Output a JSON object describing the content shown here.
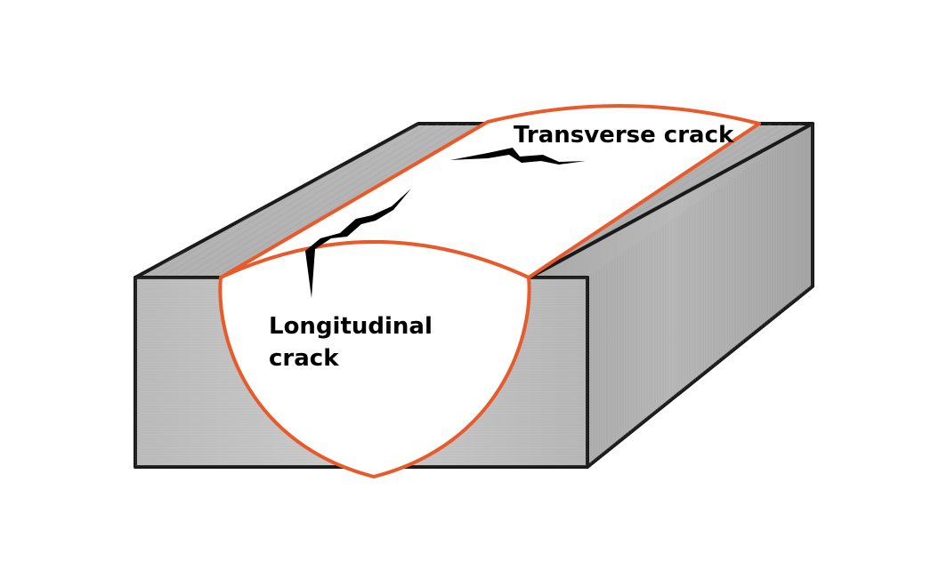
{
  "labels": {
    "transverse": "Transverse crack",
    "longitudinal_line1": "Longitudinal",
    "longitudinal_line2": "crack"
  },
  "colors": {
    "weld_outline": "#e85a2a",
    "metal_light": "#c9c9c9",
    "metal_mid": "#b3b3b3",
    "metal_dark": "#a3a3a3",
    "edge": "#1a1a1a",
    "crack": "#000000",
    "background": "#ffffff",
    "text": "#000000"
  }
}
